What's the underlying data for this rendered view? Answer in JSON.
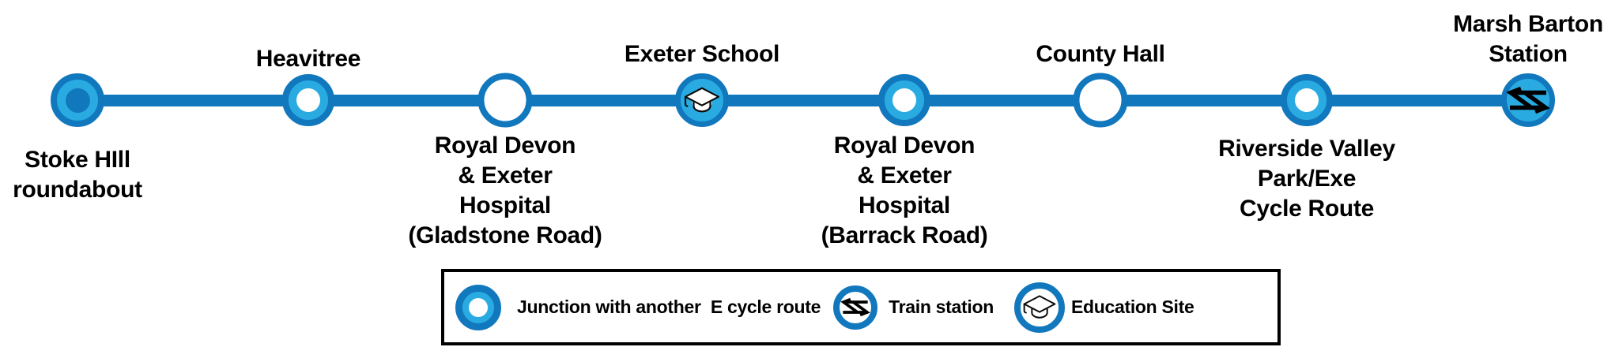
{
  "route": {
    "stops": [
      {
        "name": "Stoke Hill roundabout",
        "type": "terminus",
        "label_position": "below",
        "label_lines": [
          "Stoke HIll",
          "roundabout"
        ]
      },
      {
        "name": "Heavitree",
        "type": "junction",
        "label_position": "above",
        "label_lines": [
          "Heavitree"
        ]
      },
      {
        "name": "Royal Devon & Exeter Hospital (Gladstone Road)",
        "type": "stop",
        "label_position": "below",
        "label_lines": [
          "Royal Devon",
          "& Exeter",
          "Hospital",
          "(Gladstone Road)"
        ]
      },
      {
        "name": "Exeter School",
        "type": "education-site",
        "label_position": "above",
        "label_lines": [
          "Exeter School"
        ]
      },
      {
        "name": "Royal Devon & Exeter Hospital (Barrack Road)",
        "type": "junction",
        "label_position": "below",
        "label_lines": [
          "Royal Devon",
          "& Exeter",
          "Hospital",
          "(Barrack Road)"
        ]
      },
      {
        "name": "County Hall",
        "type": "stop",
        "label_position": "above",
        "label_lines": [
          "County Hall"
        ]
      },
      {
        "name": "Riverside Valley Park/Exe Cycle Route",
        "type": "junction",
        "label_position": "below",
        "label_lines": [
          "Riverside Valley",
          "Park/Exe",
          "Cycle Route"
        ]
      },
      {
        "name": "Marsh Barton Station",
        "type": "train-station",
        "label_position": "above",
        "label_lines": [
          "Marsh Barton",
          "Station"
        ]
      }
    ]
  },
  "legend": {
    "items": [
      {
        "icon": "junction-icon",
        "label": "Junction with another  E cycle route"
      },
      {
        "icon": "train-station-icon",
        "label": "Train station"
      },
      {
        "icon": "education-site-icon",
        "label": "Education Site"
      }
    ]
  },
  "colors": {
    "line_blue": "#1278BE",
    "light_blue": "#29ABE2",
    "icon_black": "#000000",
    "text_black": "#000000",
    "legend_border": "#000000",
    "background": "#FFFFFF"
  }
}
